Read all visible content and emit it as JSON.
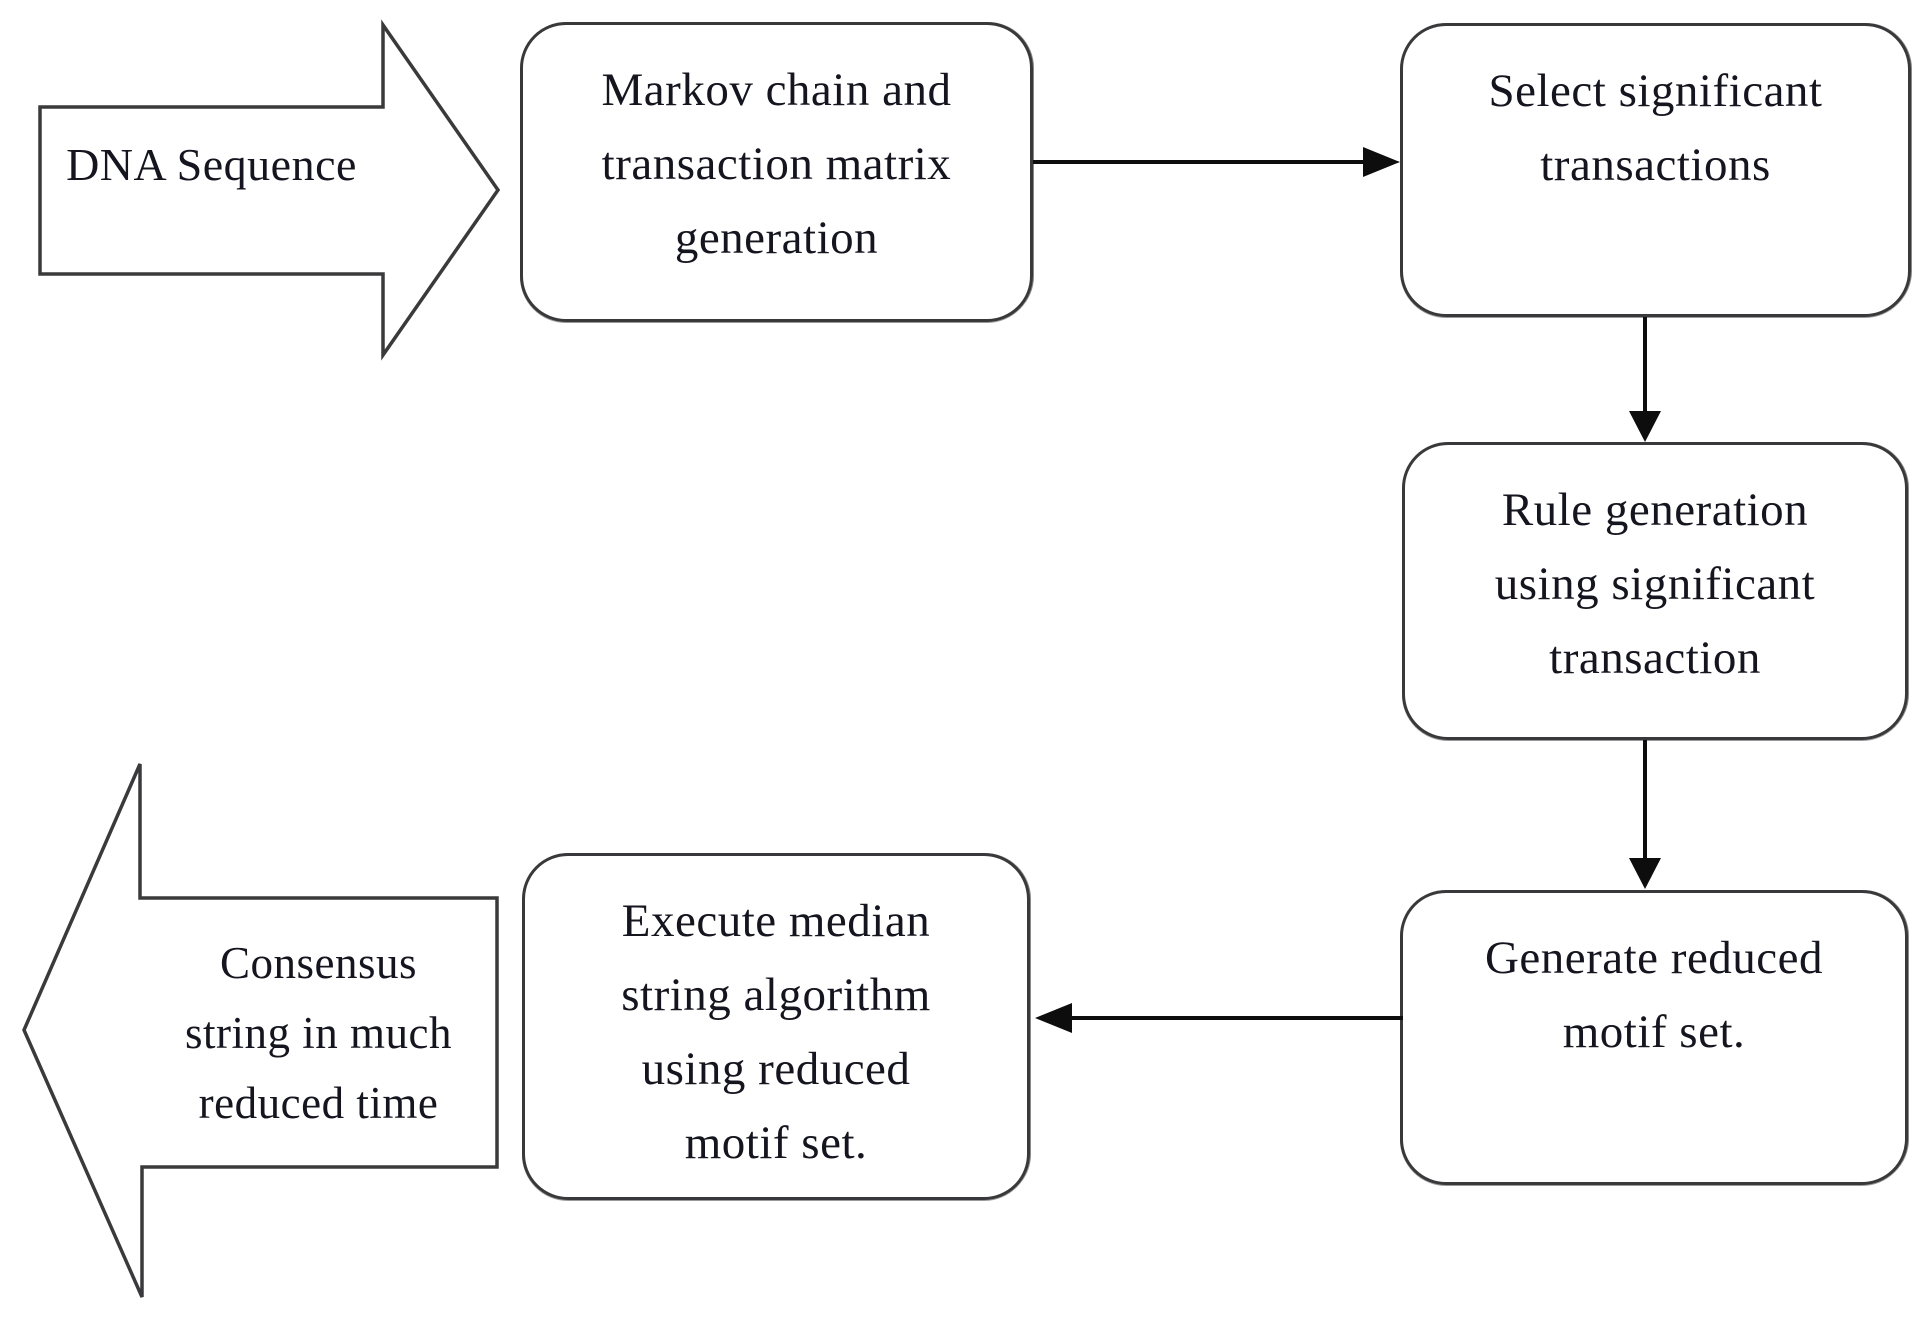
{
  "diagram": {
    "type": "flowchart",
    "description": "DNA motif finding workflow figure",
    "colors": {
      "background": "#ffffff",
      "shape_fill": "#ffffff",
      "shape_stroke": "#39393b",
      "connector": "#0d0d0d",
      "text": "#15151f"
    },
    "nodes": {
      "dna_sequence": {
        "shape": "block-arrow-right",
        "label": "DNA Sequence"
      },
      "markov": {
        "shape": "rounded-rect",
        "lines": [
          "Markov chain and",
          "transaction matrix",
          "generation"
        ]
      },
      "select": {
        "shape": "rounded-rect",
        "lines": [
          "Select significant",
          "transactions"
        ]
      },
      "rule": {
        "shape": "rounded-rect",
        "lines": [
          "Rule generation",
          "using significant",
          "transaction"
        ]
      },
      "generate": {
        "shape": "rounded-rect",
        "lines": [
          "Generate reduced",
          "motif set."
        ]
      },
      "execute": {
        "shape": "rounded-rect",
        "lines": [
          "Execute median",
          "string algorithm",
          "using reduced",
          "motif set."
        ]
      },
      "consensus": {
        "shape": "block-arrow-left",
        "lines": [
          "Consensus",
          "string in much",
          "reduced time"
        ]
      }
    },
    "edges": [
      {
        "from": "markov",
        "to": "select",
        "direction": "right"
      },
      {
        "from": "select",
        "to": "rule",
        "direction": "down"
      },
      {
        "from": "rule",
        "to": "generate",
        "direction": "down"
      },
      {
        "from": "generate",
        "to": "execute",
        "direction": "left"
      }
    ]
  }
}
